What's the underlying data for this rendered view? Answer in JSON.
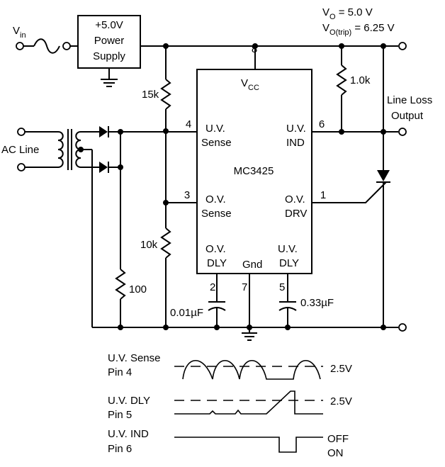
{
  "labels": {
    "vin": "V",
    "vin_sub": "in",
    "vo": "V",
    "vo_sub": "O",
    "vo_val": " = 5.0 V",
    "votrip": "V",
    "votrip_sub": "O(trip)",
    "votrip_val": " = 6.25 V",
    "ps_line1": "+5.0V",
    "ps_line2": "Power",
    "ps_line3": "Supply",
    "r15k": "15k",
    "r10k": "10k",
    "r100": "100",
    "r1k": "1.0k",
    "ac_line": "AC Line",
    "line_loss1": "Line Loss",
    "line_loss2": "Output",
    "vcc": "V",
    "vcc_sub": "CC",
    "chip": "MC3425",
    "uv_sense_1": "U.V.",
    "uv_sense_2": "Sense",
    "ov_sense_1": "O.V.",
    "ov_sense_2": "Sense",
    "uv_ind_1": "U.V.",
    "uv_ind_2": "IND",
    "ov_drv_1": "O.V.",
    "ov_drv_2": "DRV",
    "ov_dly_1": "O.V.",
    "ov_dly_2": "DLY",
    "gnd": "Gnd",
    "uv_dly_1": "U.V.",
    "uv_dly_2": "DLY",
    "pin8": "8",
    "pin4": "4",
    "pin3": "3",
    "pin6": "6",
    "pin1": "1",
    "pin2": "2",
    "pin7": "7",
    "pin5": "5",
    "cap1": "0.01µF",
    "cap2": "0.33µF",
    "wave1_a": "U.V. Sense",
    "wave1_b": "Pin 4",
    "wave2_a": "U.V. DLY",
    "wave2_b": "Pin 5",
    "wave3_a": "U.V. IND",
    "wave3_b": "Pin 6",
    "th1": "2.5V",
    "th2": "2.5V",
    "off": "OFF",
    "on": "ON"
  }
}
